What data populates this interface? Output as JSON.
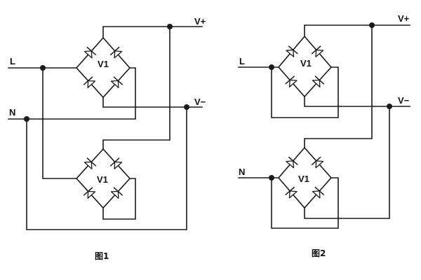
{
  "figures": [
    {
      "caption": "图1",
      "labels": {
        "L": "L",
        "N": "N",
        "vplus": "V+",
        "vminus": "V−"
      },
      "bridges": [
        {
          "label": "V1"
        },
        {
          "label": "V1"
        }
      ]
    },
    {
      "caption": "图2",
      "labels": {
        "L": "L",
        "N": "N",
        "vplus": "V+",
        "vminus": "V−"
      },
      "bridges": [
        {
          "label": "V1"
        },
        {
          "label": "V1"
        }
      ]
    }
  ]
}
